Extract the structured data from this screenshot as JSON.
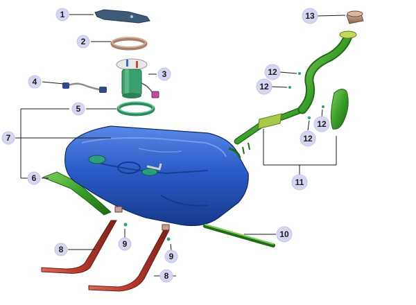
{
  "diagram": {
    "callouts": [
      {
        "id": "c1",
        "label": "1"
      },
      {
        "id": "c2",
        "label": "2"
      },
      {
        "id": "c3",
        "label": "3"
      },
      {
        "id": "c4",
        "label": "4"
      },
      {
        "id": "c5",
        "label": "5"
      },
      {
        "id": "c6",
        "label": "6"
      },
      {
        "id": "c7",
        "label": "7"
      },
      {
        "id": "c8a",
        "label": "8"
      },
      {
        "id": "c8b",
        "label": "8"
      },
      {
        "id": "c9a",
        "label": "9"
      },
      {
        "id": "c9b",
        "label": "9"
      },
      {
        "id": "c10",
        "label": "10"
      },
      {
        "id": "c11",
        "label": "11"
      },
      {
        "id": "c12a",
        "label": "12"
      },
      {
        "id": "c12b",
        "label": "12"
      },
      {
        "id": "c12c",
        "label": "12"
      },
      {
        "id": "c12d",
        "label": "12"
      },
      {
        "id": "c13",
        "label": "13"
      }
    ],
    "colors": {
      "tank": "#2a5cc8",
      "tank_dark": "#1c3f96",
      "filler_pipe": "#3aa02a",
      "filler_dark": "#236b18",
      "strap": "#b83a2e",
      "cap": "#b08a72",
      "callout_fill": "#d6d6f2"
    }
  }
}
